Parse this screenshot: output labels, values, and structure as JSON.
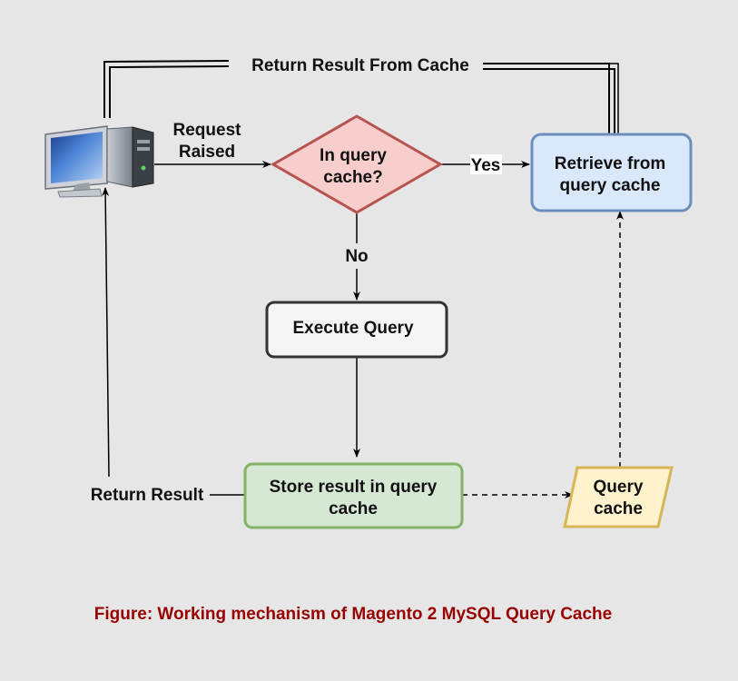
{
  "diagram": {
    "top_label": "Return Result From Cache",
    "request_label_1": "Request",
    "request_label_2": "Raised",
    "decision_1": "In query",
    "decision_2": "cache?",
    "yes_label": "Yes",
    "no_label": "No",
    "retrieve_1": "Retrieve from",
    "retrieve_2": "query cache",
    "execute": "Execute Query",
    "store_1": "Store result in query",
    "store_2": "cache",
    "query_cache_1": "Query",
    "query_cache_2": "cache",
    "return_result": "Return Result"
  },
  "caption": {
    "text": "Figure: Working mechanism of Magento 2 MySQL Query Cache",
    "color": "#990000"
  },
  "colors": {
    "decision_fill": "#f8cecc",
    "decision_stroke": "#b85450",
    "retrieve_fill": "#dae8fc",
    "retrieve_stroke": "#6c8ebf",
    "execute_fill": "#f5f5f5",
    "execute_stroke": "#333333",
    "store_fill": "#d5e8d4",
    "store_stroke": "#82b366",
    "cache_fill": "#fff2cc",
    "cache_stroke": "#d6b656"
  }
}
